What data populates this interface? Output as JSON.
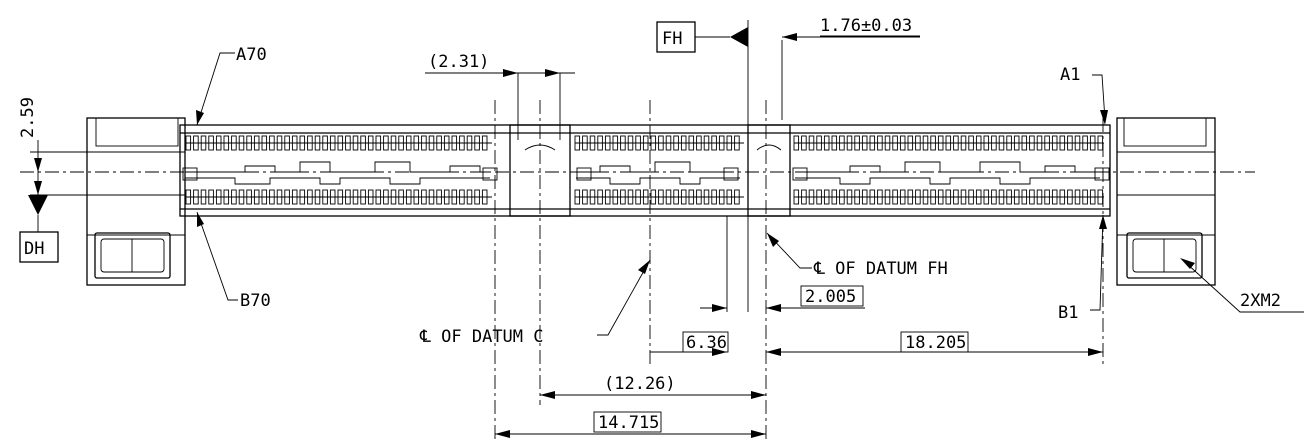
{
  "labels": {
    "fh": "FH",
    "dh": "DH",
    "a70": "A70",
    "a1": "A1",
    "b70": "B70",
    "b1": "B1",
    "m2": "2XM2",
    "datum_fh": "℄ OF DATUM FH",
    "datum_c": "℄ OF DATUM C"
  },
  "dimensions": {
    "d_1_76": "1.76±0.03",
    "d_2_31": "(2.31)",
    "d_2_59": "2.59",
    "d_2_005": "2.005",
    "d_6_36": "6.36",
    "d_18_205": "18.205",
    "d_12_26": "(12.26)",
    "d_14_715": "14.715"
  }
}
